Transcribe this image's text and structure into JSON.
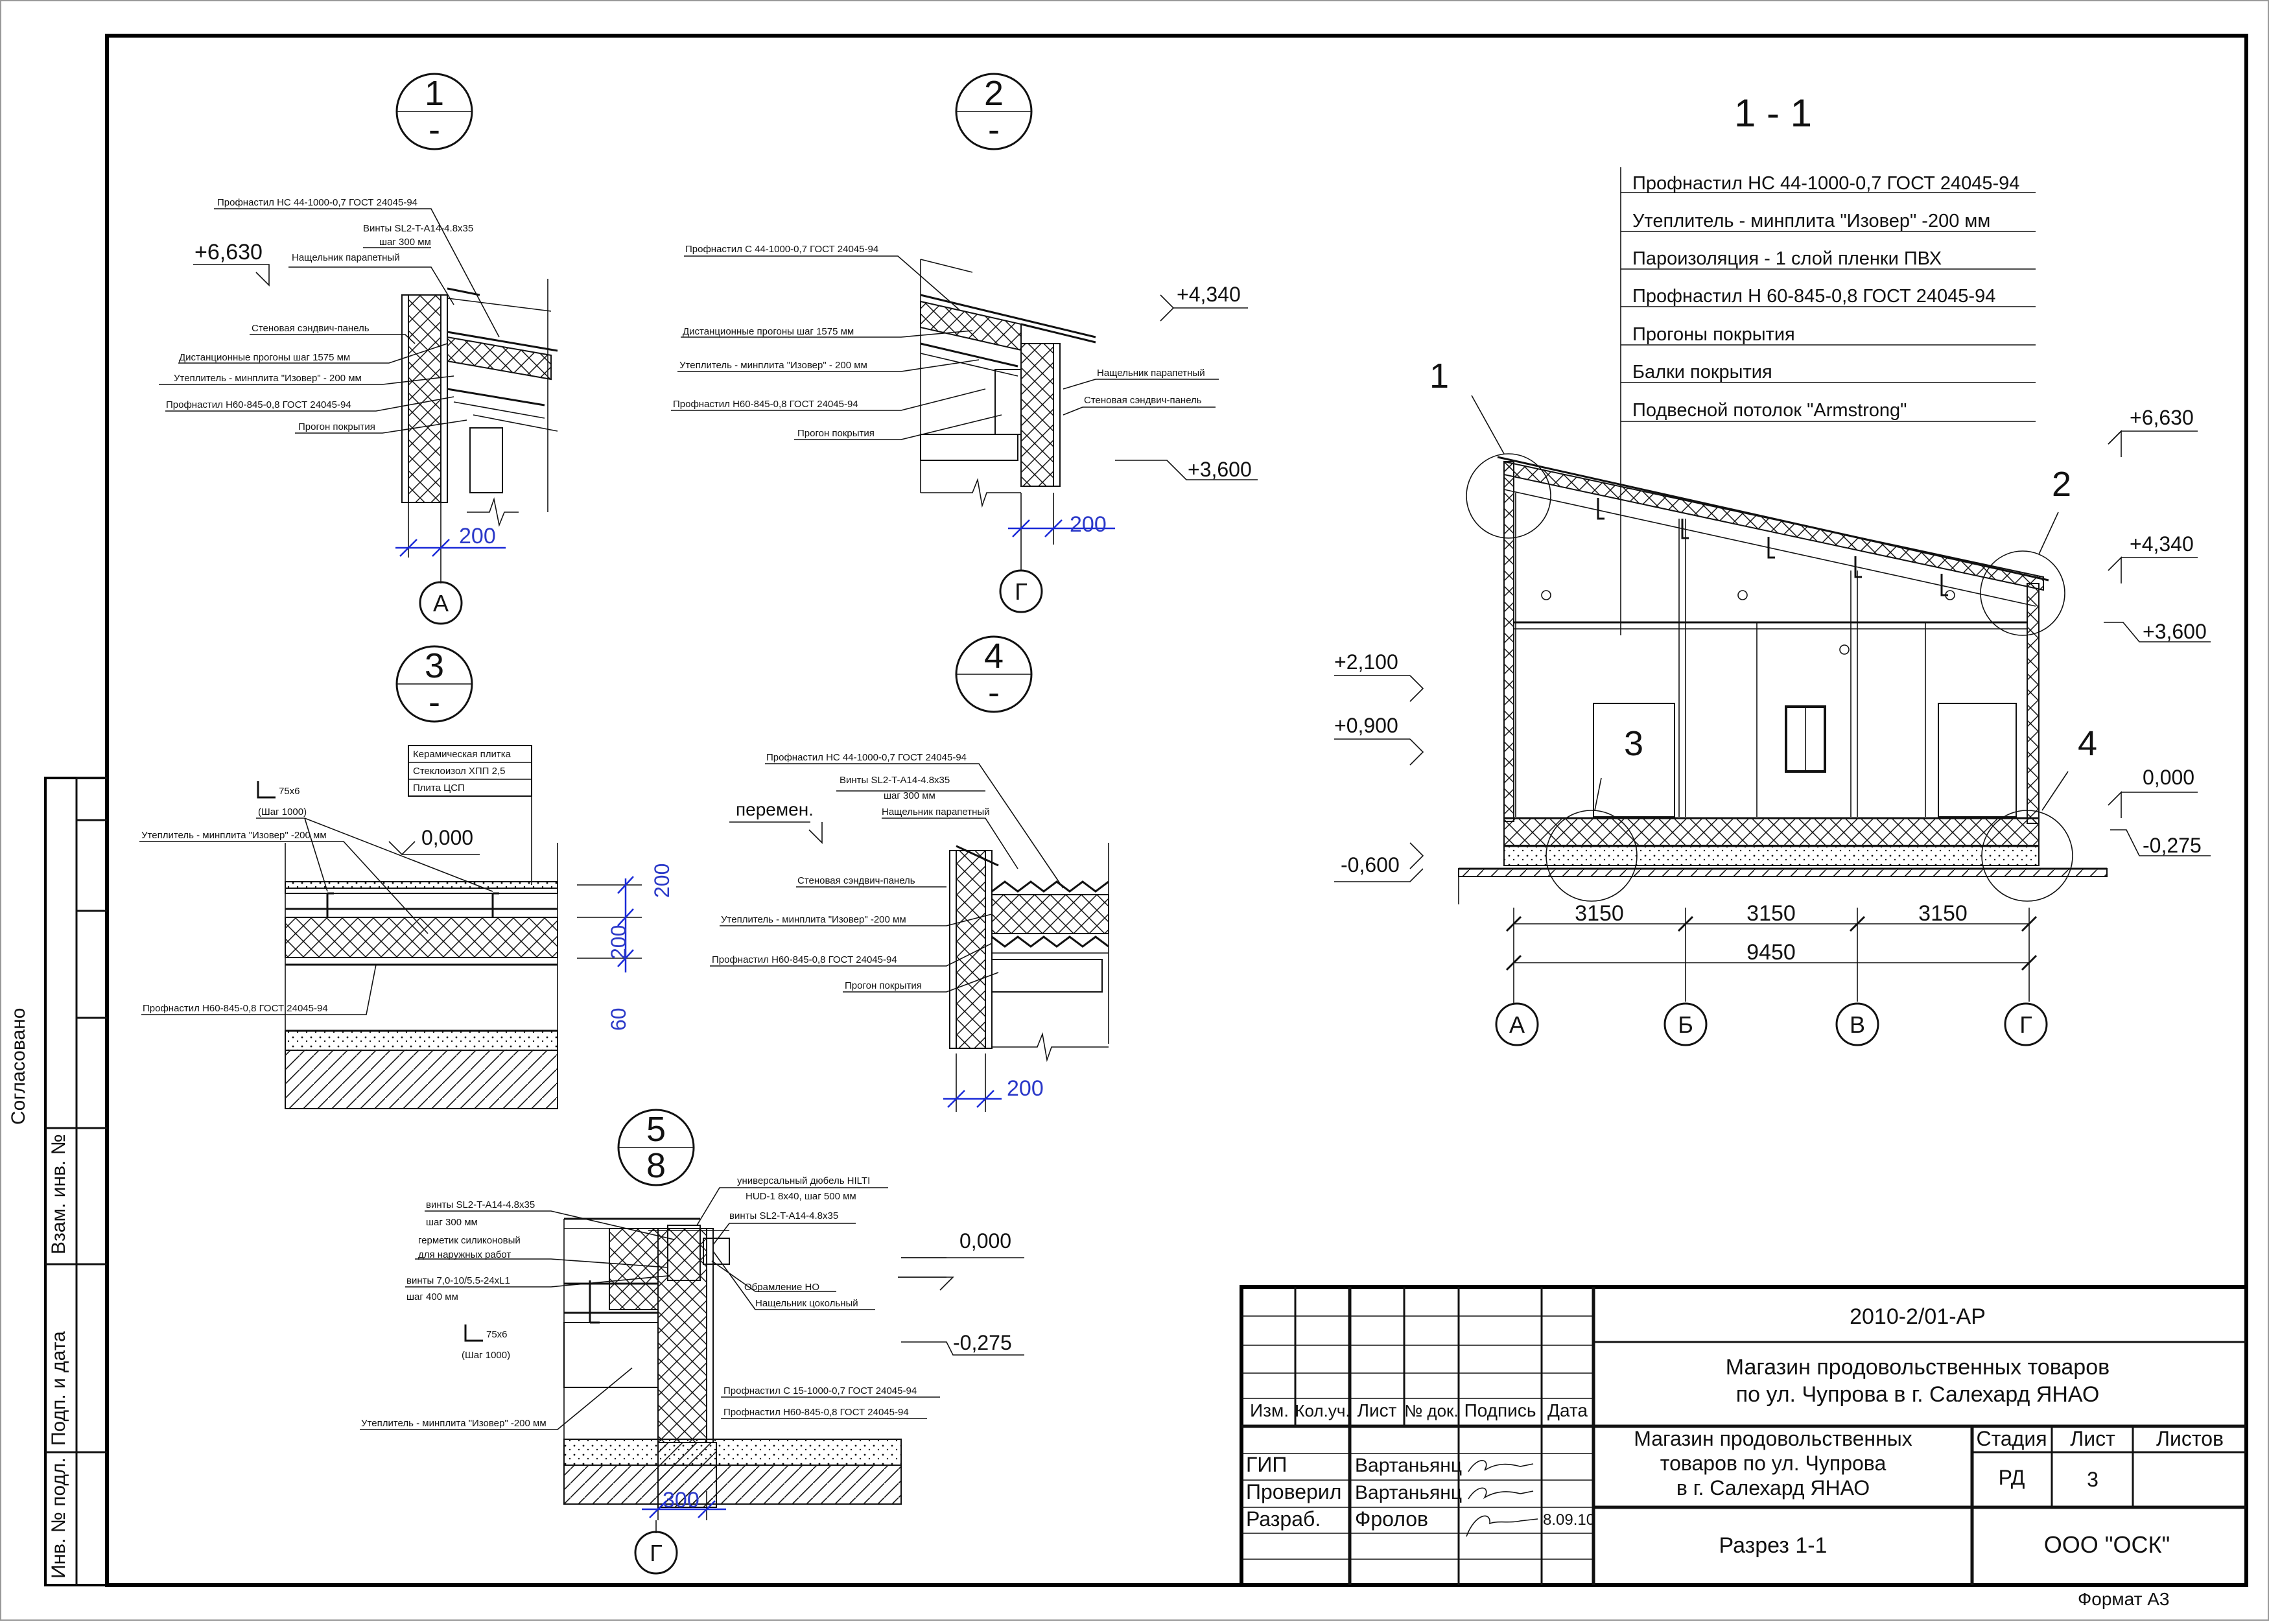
{
  "sheet": {
    "format_label": "Формат А3",
    "margin_labels": [
      "Согласовано",
      "Взам. инв. №",
      "Подп. и дата",
      "Инв. № подл."
    ]
  },
  "detail1": {
    "num": "1",
    "den": "-",
    "level": "+6,630",
    "labels": [
      "Профнастил НС 44-1000-0,7 ГОСТ 24045-94",
      "Винты SL2-T-A14-4.8x35",
      "шаг 300 мм",
      "Нащельник парапетный",
      "Стеновая сэндвич-панель",
      "Дистанционные прогоны шаг 1575 мм",
      "Утеплитель - минплита \"Изовер\" - 200 мм",
      "Профнастил Н60-845-0,8 ГОСТ 24045-94",
      "Прогон покрытия"
    ],
    "dim": "200",
    "axis": "А"
  },
  "detail2": {
    "num": "2",
    "den": "-",
    "level_top": "+4,340",
    "level_bottom": "+3,600",
    "labels": [
      "Профнастил С 44-1000-0,7 ГОСТ 24045-94",
      "Дистанционные прогоны шаг 1575 мм",
      "Утеплитель - минплита \"Изовер\" - 200 мм",
      "Профнастил Н60-845-0,8 ГОСТ 24045-94",
      "Прогон покрытия",
      "Нащельник парапетный",
      "Стеновая сэндвич-панель"
    ],
    "dim": "200",
    "axis": "Г"
  },
  "detail3": {
    "num": "3",
    "den": "-",
    "level": "0,000",
    "angle": "75x6",
    "angle_step": "(Шаг 1000)",
    "floor_layers": [
      "Керамическая плитка",
      "Стеклоизол ХПП 2,5",
      "Плита ЦСП"
    ],
    "labels": [
      "Утеплитель - минплита \"Изовер\" -200 мм",
      "Профнастил Н60-845-0,8 ГОСТ 24045-94"
    ],
    "dims": [
      "200",
      "200",
      "60"
    ]
  },
  "detail4": {
    "num": "4",
    "den": "-",
    "level": "перемен.",
    "labels": [
      "Профнастил НС 44-1000-0,7 ГОСТ 24045-94",
      "Винты SL2-T-A14-4.8x35",
      "шаг 300 мм",
      "Нащельник парапетный",
      "Стеновая сэндвич-панель",
      "Утеплитель - минплита \"Изовер\" -200 мм",
      "Профнастил Н60-845-0,8 ГОСТ 24045-94",
      "Прогон покрытия"
    ],
    "dim": "200"
  },
  "detail5": {
    "num": "5",
    "den": "8",
    "level_top": "0,000",
    "level_bottom": "-0,275",
    "angle": "75x6",
    "angle_step": "(Шаг 1000)",
    "labels_left": [
      "винты SL2-T-A14-4.8x35",
      "шаг 300 мм",
      "герметик силиконовый",
      "для наружных работ",
      "винты 7,0-10/5.5-24xL1",
      "шаг 400 мм",
      "Утеплитель - минплита \"Изовер\" -200 мм"
    ],
    "labels_right": [
      "универсальный дюбель HILTI",
      "HUD-1 8x40, шаг 500 мм",
      "винты SL2-T-A14-4.8x35",
      "Обрамление НО",
      "Нащельник цокольный",
      "Профнастил С 15-1000-0,7 ГОСТ 24045-94",
      "Профнастил Н60-845-0,8 ГОСТ 24045-94"
    ],
    "dim": "300",
    "axis": "Г"
  },
  "section": {
    "title": "1 - 1",
    "layers": [
      "Профнастил НС 44-1000-0,7 ГОСТ 24045-94",
      "Утеплитель - минплита \"Изовер\" -200 мм",
      "Пароизоляция - 1 слой пленки ПВХ",
      "Профнастил Н 60-845-0,8 ГОСТ 24045-94",
      "Прогоны покрытия",
      "Балки покрытия",
      "Подвесной потолок \"Armstrong\""
    ],
    "callouts": [
      "1",
      "2",
      "3",
      "4"
    ],
    "levels_right": [
      "+6,630",
      "+4,340",
      "+3,600",
      "0,000",
      "-0,275"
    ],
    "levels_left": [
      "+2,100",
      "+0,900",
      "-0,600"
    ],
    "spans": [
      "3150",
      "3150",
      "3150"
    ],
    "total": "9450",
    "axes": [
      "А",
      "Б",
      "В",
      "Г"
    ]
  },
  "titleblock": {
    "code": "2010-2/01-АР",
    "project_line1": "Магазин продовольственных товаров",
    "project_line2": "по ул. Чупрова в г. Салехард ЯНАО",
    "object_line1": "Магазин продовольственных",
    "object_line2": "товаров по ул. Чупрова",
    "object_line3": "в г. Салехард ЯНАО",
    "headers": [
      "Изм.",
      "Кол.уч.",
      "Лист",
      "№ док.",
      "Подпись",
      "Дата"
    ],
    "stage_header": "Стадия",
    "sheet_header": "Лист",
    "sheets_header": "Листов",
    "stage": "РД",
    "sheet": "3",
    "sheets": "",
    "drawing": "Разрез 1-1",
    "company": "ООО \"ОСК\"",
    "people": [
      {
        "role": "ГИП",
        "name": "Вартаньянц",
        "date": ""
      },
      {
        "role": "Проверил",
        "name": "Вартаньянц",
        "date": ""
      },
      {
        "role": "Разраб.",
        "name": "Фролов",
        "date": "8.09.10"
      }
    ]
  }
}
